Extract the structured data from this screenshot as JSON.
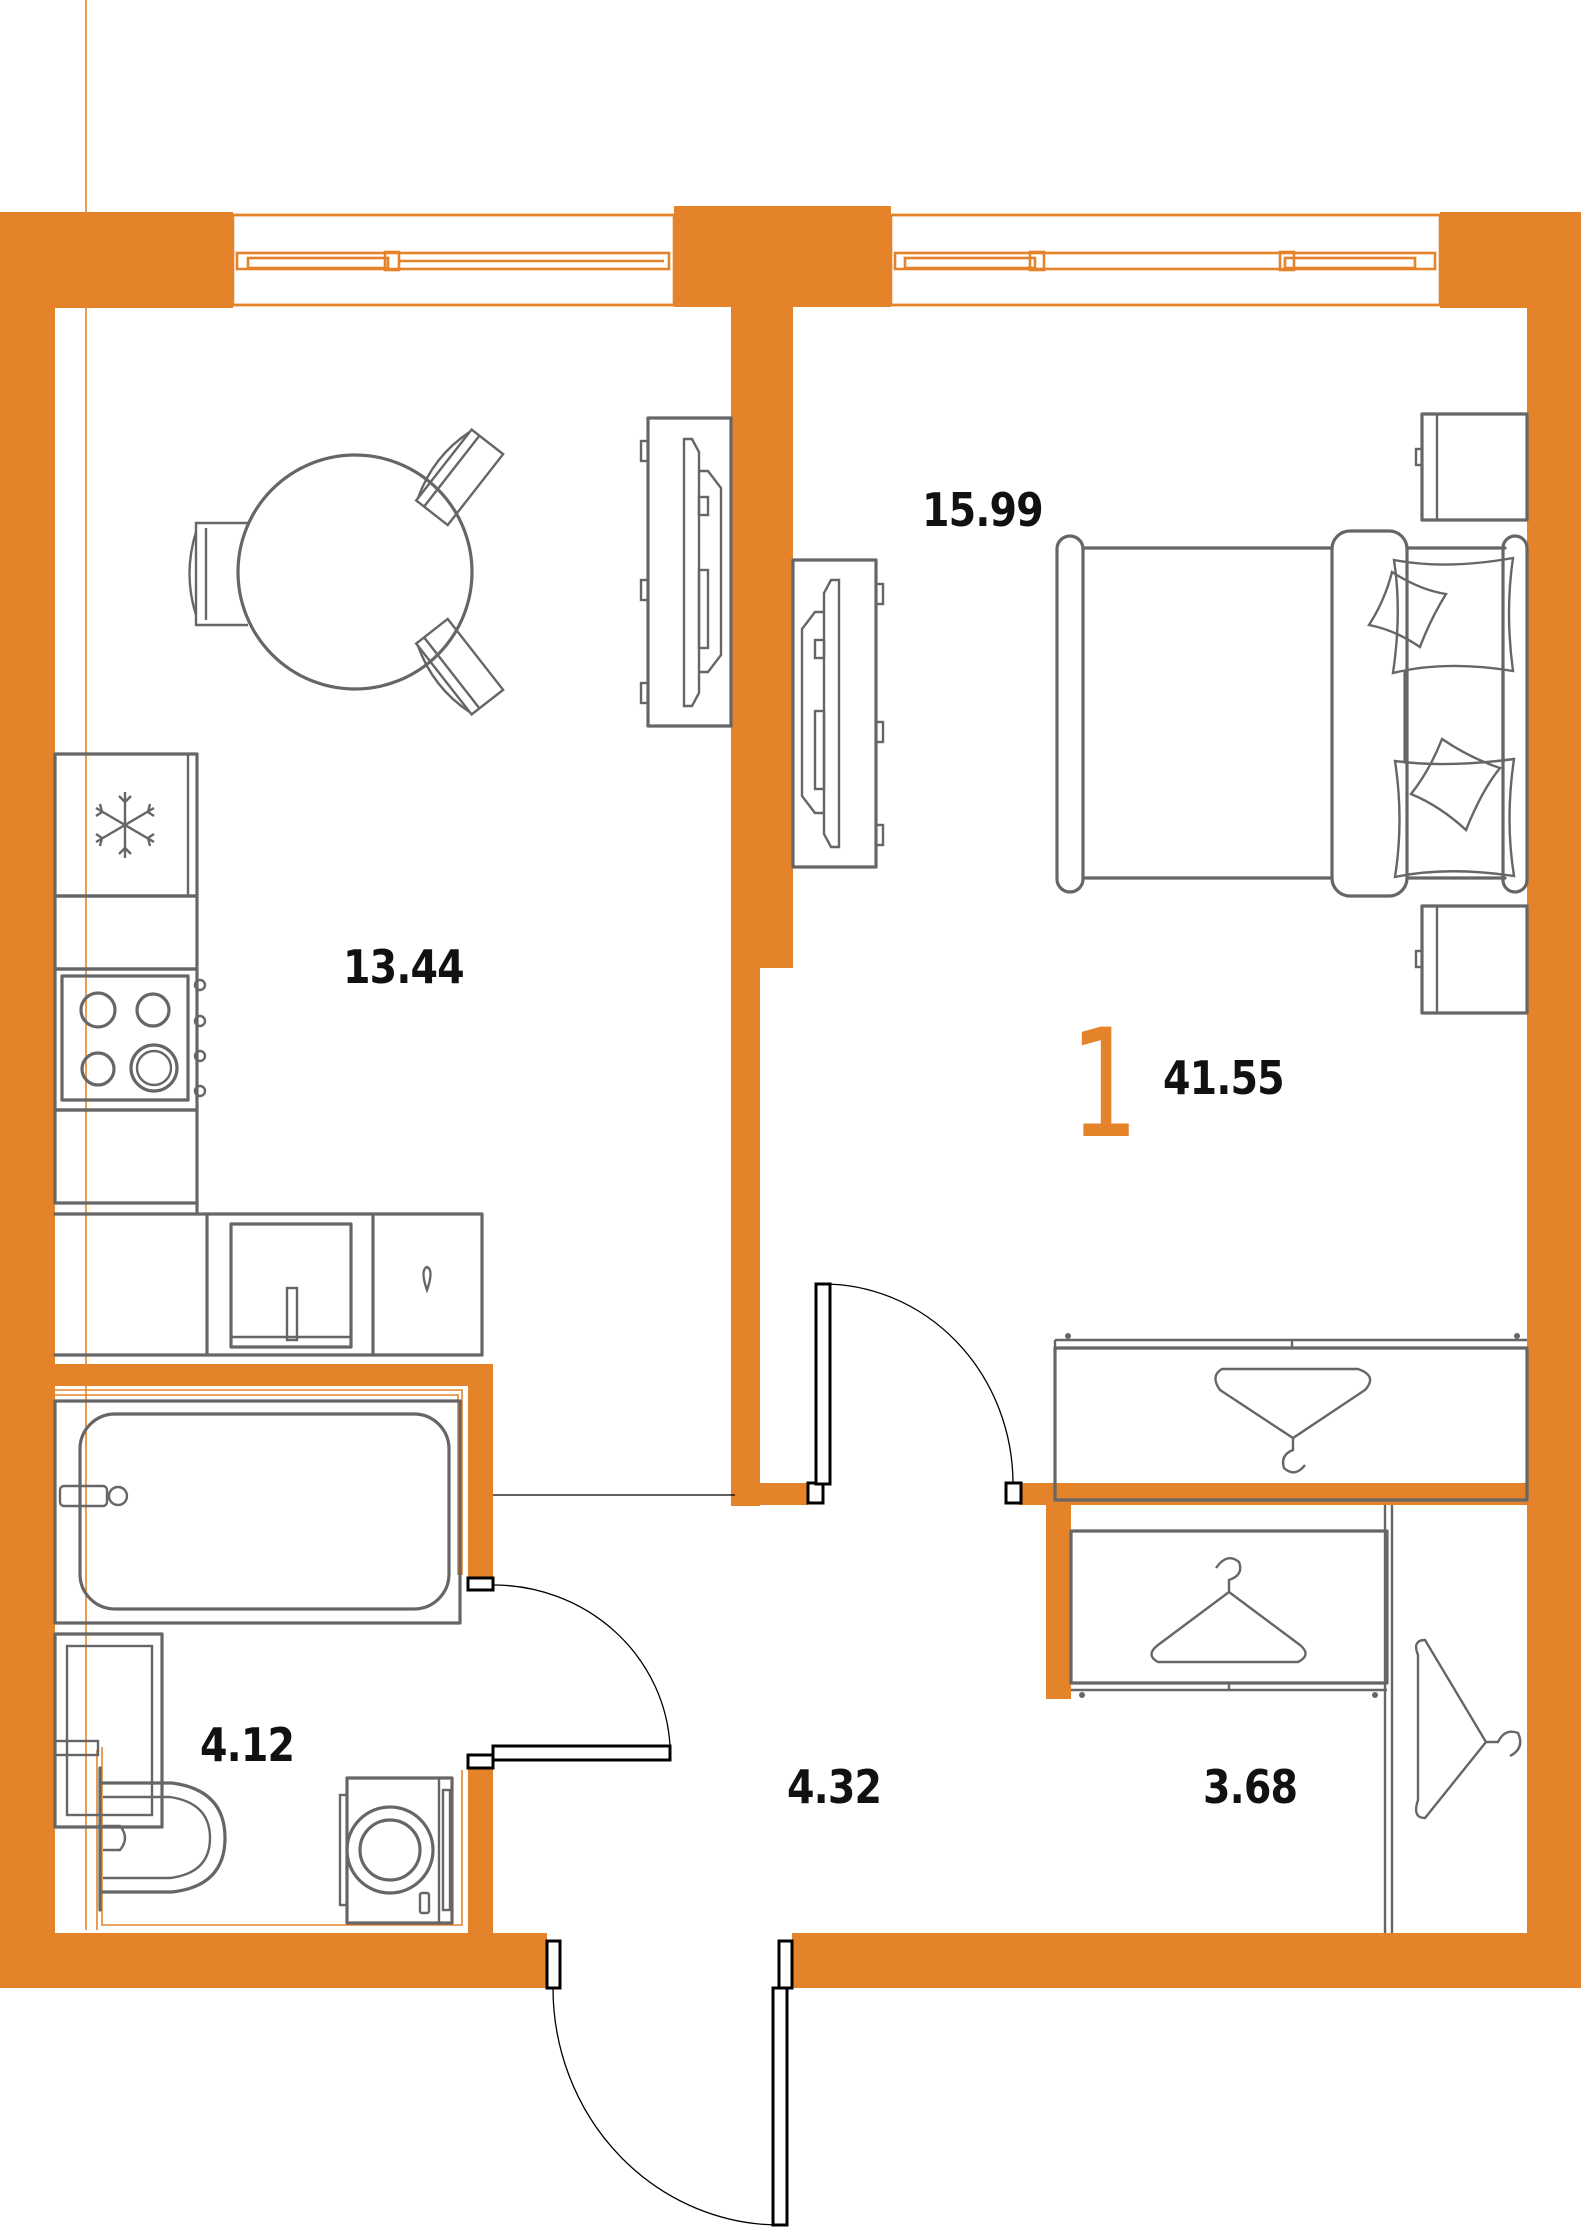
{
  "plan": {
    "type": "apartment floor plan",
    "colors": {
      "wall": "#E5832A",
      "furniture": "#666666",
      "door": "#000000",
      "label": "#111111",
      "background": "#FFFFFF"
    },
    "room_count_label": "1",
    "total_area": "41.55",
    "rooms": [
      {
        "id": "kitchen",
        "name": "kitchen-dining",
        "area": "13.44"
      },
      {
        "id": "bedroom",
        "name": "living-bedroom",
        "area": "15.99"
      },
      {
        "id": "bathroom",
        "name": "bathroom",
        "area": "4.12"
      },
      {
        "id": "hallway",
        "name": "hallway",
        "area": "4.32"
      },
      {
        "id": "wardrobe",
        "name": "walk-in-closet",
        "area": "3.68"
      }
    ]
  }
}
